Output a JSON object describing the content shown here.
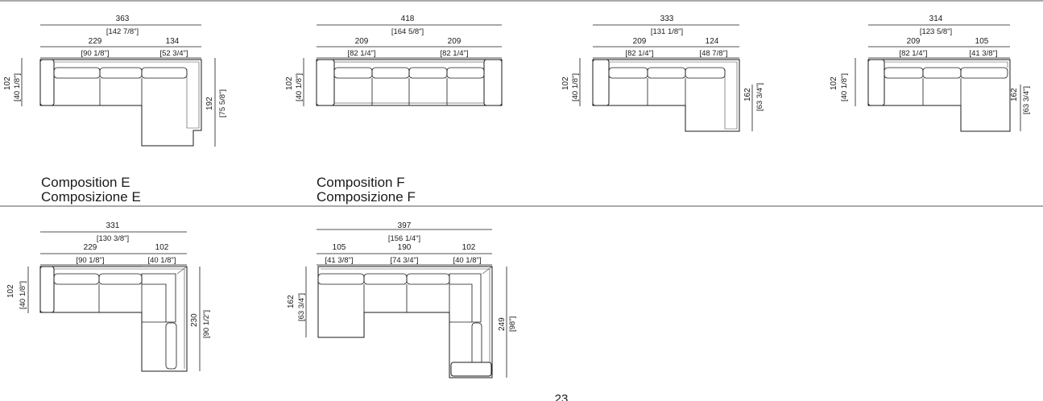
{
  "page_number": "23",
  "captions": {
    "e": {
      "en": "Composition E",
      "it": "Composizione E"
    },
    "f": {
      "en": "Composition F",
      "it": "Composizione F"
    }
  },
  "sofas": {
    "top1": {
      "total": "363",
      "total_in": "[142 7/8\"]",
      "seg1": "229",
      "seg1_in": "[90 1/8\"]",
      "seg2": "134",
      "seg2_in": "[52 3/4\"]",
      "depth": "102",
      "depth_in": "[40 1/8\"]",
      "side": "192",
      "side_in": "[75 5/8\"]"
    },
    "top2": {
      "total": "418",
      "total_in": "[164 5/8\"]",
      "seg1": "209",
      "seg1_in": "[82 1/4\"]",
      "seg2": "209",
      "seg2_in": "[82 1/4\"]",
      "depth": "102",
      "depth_in": "[40 1/8\"]"
    },
    "top3": {
      "total": "333",
      "total_in": "[131 1/8\"]",
      "seg1": "209",
      "seg1_in": "[82 1/4\"]",
      "seg2": "124",
      "seg2_in": "[48 7/8\"]",
      "depth": "102",
      "depth_in": "[40 1/8\"]",
      "side": "162",
      "side_in": "[63 3/4\"]"
    },
    "top4": {
      "total": "314",
      "total_in": "[123 5/8\"]",
      "seg1": "209",
      "seg1_in": "[82 1/4\"]",
      "seg2": "105",
      "seg2_in": "[41 3/8\"]",
      "depth": "102",
      "depth_in": "[40 1/8\"]",
      "side": "162",
      "side_in": "[63 3/4\"]"
    },
    "e": {
      "total": "331",
      "total_in": "[130 3/8\"]",
      "seg1": "229",
      "seg1_in": "[90 1/8\"]",
      "seg2": "102",
      "seg2_in": "[40 1/8\"]",
      "depth": "102",
      "depth_in": "[40 1/8\"]",
      "side": "230",
      "side_in": "[90 1/2\"]"
    },
    "f": {
      "total": "397",
      "total_in": "[156 1/4\"]",
      "seg1": "105",
      "seg1_in": "[41 3/8\"]",
      "seg2": "190",
      "seg2_in": "[74 3/4\"]",
      "seg3": "102",
      "seg3_in": "[40 1/8\"]",
      "depth": "162",
      "depth_in": "[63 3/4\"]",
      "side": "249",
      "side_in": "[98\"]"
    }
  }
}
